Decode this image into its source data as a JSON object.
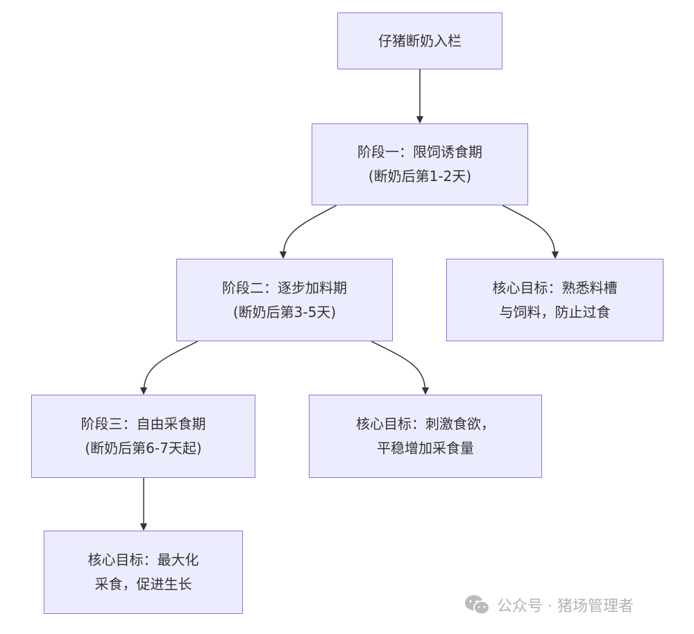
{
  "nodes": [
    {
      "id": "n0",
      "lines": [
        "仔猪断奶入栏"
      ]
    },
    {
      "id": "n1",
      "lines": [
        "阶段一：限饲诱食期",
        "(断奶后第1-2天)"
      ]
    },
    {
      "id": "n2",
      "lines": [
        "阶段二：逐步加料期",
        "(断奶后第3-5天)"
      ]
    },
    {
      "id": "n3",
      "lines": [
        "核心目标：熟悉料槽",
        "与饲料，防止过食"
      ]
    },
    {
      "id": "n4",
      "lines": [
        "阶段三：自由采食期",
        "(断奶后第6-7天起)"
      ]
    },
    {
      "id": "n5",
      "lines": [
        "核心目标：刺激食欲，",
        "平稳增加采食量"
      ]
    },
    {
      "id": "n6",
      "lines": [
        "核心目标：最大化",
        "采食，促进生长"
      ]
    }
  ],
  "edges": [
    [
      "n0",
      "n1"
    ],
    [
      "n1",
      "n2"
    ],
    [
      "n1",
      "n3"
    ],
    [
      "n2",
      "n4"
    ],
    [
      "n2",
      "n5"
    ],
    [
      "n4",
      "n6"
    ]
  ],
  "watermark": {
    "text": "公众号 · 猪场管理者",
    "icon": "wechat-icon"
  },
  "colors": {
    "fill": "#ECECFF",
    "stroke": "#9370DB",
    "edge": "#333333",
    "text": "#333333"
  }
}
